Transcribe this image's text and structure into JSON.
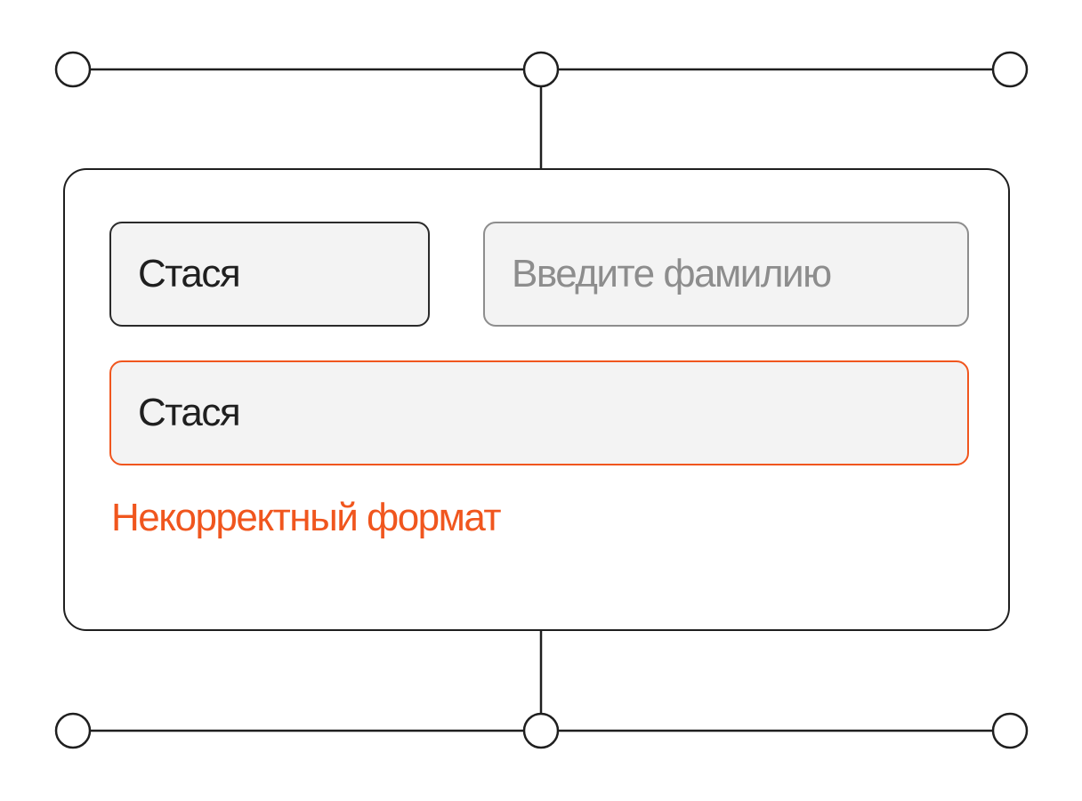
{
  "form": {
    "first_name": {
      "value": "Стася"
    },
    "last_name": {
      "value": "",
      "placeholder": "Введите фамилию"
    },
    "invalid_field": {
      "value": "Стася",
      "error_text": "Некорректный формат"
    }
  },
  "colors": {
    "ink": "#1f1f1f",
    "placeholder": "#8d8d8d",
    "error": "#f0561e",
    "field_background": "#f3f3f3"
  }
}
